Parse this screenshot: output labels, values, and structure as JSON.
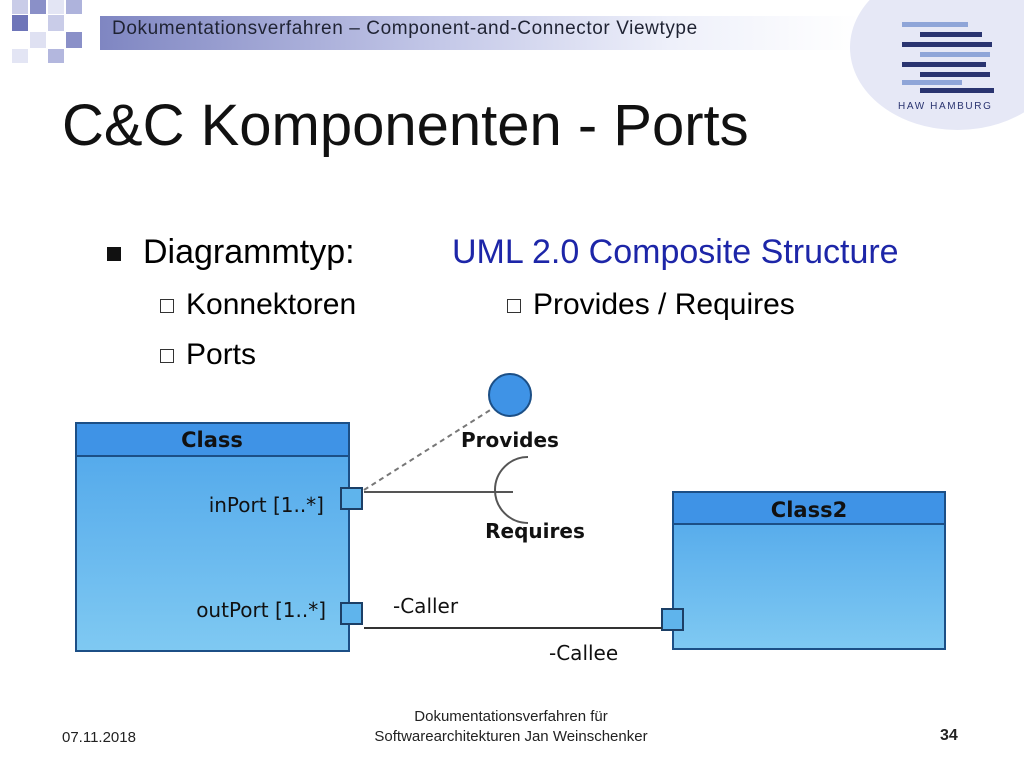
{
  "header": {
    "section_title": "Dokumentationsverfahren – Component-and-Connector Viewtype",
    "logo_text": "HAW HAMBURG"
  },
  "title": "C&C Komponenten - Ports",
  "bullets": {
    "left_label": "Diagrammtyp:",
    "right_label": "UML 2.0 Composite Structure",
    "left_subitems": [
      "Konnektoren",
      "Ports"
    ],
    "right_subitems": [
      "Provides / Requires"
    ]
  },
  "diagram": {
    "class1": {
      "name": "Class",
      "ports": [
        "inPort [1..*]",
        "outPort [1..*]"
      ]
    },
    "class2": {
      "name": "Class2"
    },
    "labels": {
      "provides": "Provides",
      "requires": "Requires",
      "caller": "-Caller",
      "callee": "-Callee"
    }
  },
  "footer": {
    "date": "07.11.2018",
    "center_line1": "Dokumentationsverfahren für",
    "center_line2": "Softwarearchitekturen Jan Weinschenker",
    "page_number": "34"
  },
  "colors": {
    "class_header": "#3f93e6",
    "class_body": "#5fb4ec",
    "accent_blue": "#1d26a8",
    "logo_blue": "#2a3470"
  }
}
